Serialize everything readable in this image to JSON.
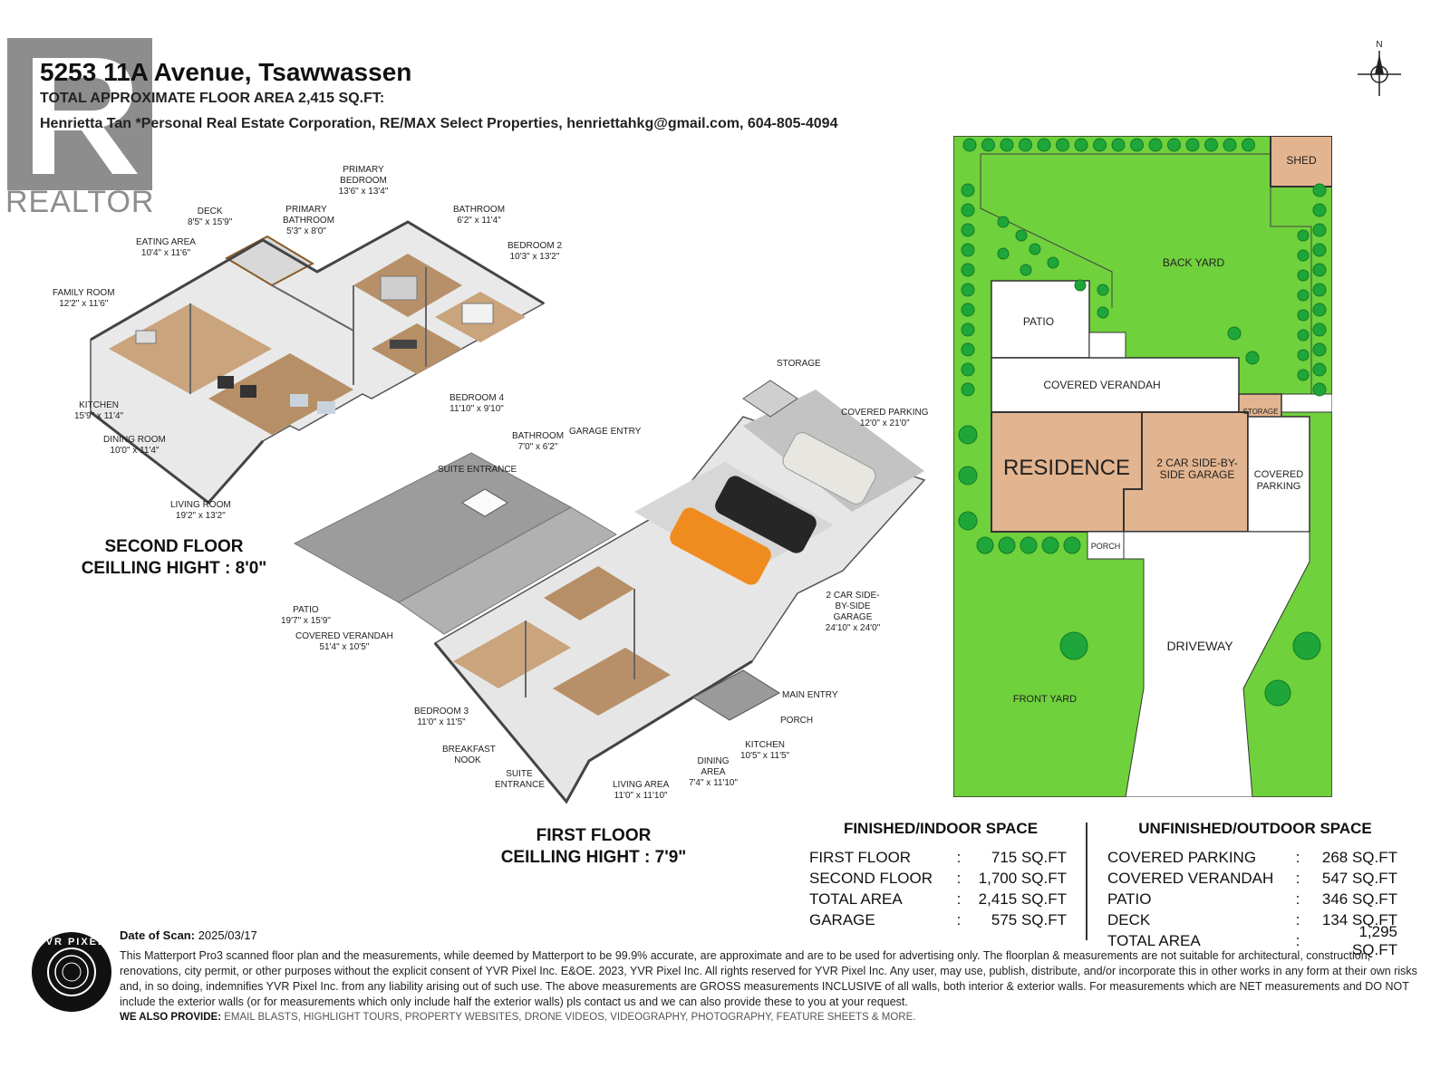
{
  "header": {
    "watermark_text": "REALTOR",
    "title": "5253 11A Avenue, Tsawwassen",
    "subtitle": "TOTAL APPROXIMATE FLOOR AREA 2,415 SQ.FT:",
    "agent_line": "Henrietta Tan *Personal Real Estate Corporation, RE/MAX Select Properties, henriettahkg@gmail.com, 604-805-4094"
  },
  "compass": {
    "letter": "N"
  },
  "second_floor": {
    "title_line1": "SECOND FLOOR",
    "title_line2": "CEILLING HIGHT : 8'0\"",
    "rooms": [
      {
        "name": "DECK",
        "dim": "8'5\" x 15'9\""
      },
      {
        "name": "EATING AREA",
        "dim": "10'4\" x 11'6\""
      },
      {
        "name": "FAMILY ROOM",
        "dim": "12'2\" x 11'6\""
      },
      {
        "name": "PRIMARY BATHROOM",
        "dim": "5'3\" x 8'0\""
      },
      {
        "name": "PRIMARY BEDROOM",
        "dim": "13'6\" x 13'4\""
      },
      {
        "name": "BATHROOM",
        "dim": "6'2\" x 11'4\""
      },
      {
        "name": "BEDROOM 2",
        "dim": "10'3\" x 13'2\""
      },
      {
        "name": "KITCHEN",
        "dim": "15'9\" x 11'4\""
      },
      {
        "name": "DINING ROOM",
        "dim": "10'0\" x 11'4\""
      },
      {
        "name": "BEDROOM 4",
        "dim": "11'10\" x 9'10\""
      },
      {
        "name": "LIVING ROOM",
        "dim": "19'2\" x 13'2\""
      }
    ]
  },
  "first_floor": {
    "title_line1": "FIRST FLOOR",
    "title_line2": "CEILLING HIGHT : 7'9\"",
    "rooms": [
      {
        "name": "STORAGE",
        "dim": ""
      },
      {
        "name": "COVERED PARKING",
        "dim": "12'0\" x 21'0\""
      },
      {
        "name": "BATHROOM",
        "dim": "7'0\" x 6'2\""
      },
      {
        "name": "GARAGE ENTRY",
        "dim": ""
      },
      {
        "name": "SUITE ENTRANCE",
        "dim": ""
      },
      {
        "name": "PATIO",
        "dim": "19'7\" x 15'9\""
      },
      {
        "name": "COVERED VERANDAH",
        "dim": "51'4\" x 10'5\""
      },
      {
        "name": "2 CAR SIDE-BY-SIDE GARAGE",
        "dim": "24'10\" x 24'0\""
      },
      {
        "name": "MAIN ENTRY",
        "dim": ""
      },
      {
        "name": "PORCH",
        "dim": ""
      },
      {
        "name": "BEDROOM 3",
        "dim": "11'0\" x 11'5\""
      },
      {
        "name": "KITCHEN",
        "dim": "10'5\" x 11'5\""
      },
      {
        "name": "DINING AREA",
        "dim": "7'4\" x 11'10\""
      },
      {
        "name": "BREAKFAST NOOK",
        "dim": ""
      },
      {
        "name": "SUITE ENTRANCE",
        "dim": ""
      },
      {
        "name": "LIVING AREA",
        "dim": "11'0\" x 11'10\""
      }
    ]
  },
  "site_plan": {
    "shed": "SHED",
    "back_yard": "BACK YARD",
    "patio": "PATIO",
    "covered_verandah": "COVERED VERANDAH",
    "storage": "STORAGE",
    "residence": "RESIDENCE",
    "garage_line1": "2 CAR SIDE-BY-",
    "garage_line2": "SIDE GARAGE",
    "covered_parking_line1": "COVERED",
    "covered_parking_line2": "PARKING",
    "porch": "PORCH",
    "driveway": "DRIVEWAY",
    "front_yard": "FRONT YARD",
    "colors": {
      "grass": "#6fd13b",
      "tree": "#1fa63a",
      "building": "#e2b48f",
      "outline": "#333333"
    }
  },
  "finished": {
    "title": "FINISHED/INDOOR SPACE",
    "rows": [
      {
        "label": "FIRST FLOOR",
        "sep": ":",
        "value": "715 SQ.FT"
      },
      {
        "label": "SECOND FLOOR",
        "sep": ":",
        "value": "1,700 SQ.FT"
      },
      {
        "label": "TOTAL AREA",
        "sep": ":",
        "value": "2,415 SQ.FT"
      },
      {
        "label": "GARAGE",
        "sep": ":",
        "value": "575 SQ.FT"
      }
    ]
  },
  "unfinished": {
    "title": "UNFINISHED/OUTDOOR SPACE",
    "rows": [
      {
        "label": "COVERED PARKING",
        "sep": ":",
        "value": "268 SQ.FT"
      },
      {
        "label": "COVERED VERANDAH",
        "sep": ":",
        "value": "547 SQ.FT"
      },
      {
        "label": "PATIO",
        "sep": ":",
        "value": "346 SQ.FT"
      },
      {
        "label": "DECK",
        "sep": ":",
        "value": "134 SQ.FT"
      },
      {
        "label": "TOTAL AREA",
        "sep": ":",
        "value": "1,295 SQ.FT"
      }
    ]
  },
  "footer": {
    "logo_text": "YVR PIXEL",
    "scan_label": "Date of Scan:",
    "scan_date": "2025/03/17",
    "disclaimer": "This Matterport Pro3 scanned floor plan and the measurements, while deemed by Matterport to be 99.9% accurate, are approximate and are to be used for advertising only. The floorplan & measurements are not suitable for architectural, construction, renovations, city permit, or other purposes without the explicit consent of YVR Pixel Inc. E&OE. 2023, YVR Pixel Inc. All rights reserved for YVR Pixel Inc. Any user, may use, publish, distribute, and/or incorporate this in other works in any form at their own risks and, in so doing, indemnifies YVR Pixel Inc. from any liability arising out of such use. The above measurements are GROSS measurements INCLUSIVE of all walls, both interior & exterior walls. For measurements which are NET measurements and DO NOT include the exterior walls (or for measurements which only include half the exterior walls) pls contact us and we can also provide these to you at your request.",
    "provide_label": "WE ALSO PROVIDE:",
    "provide_text": "EMAIL BLASTS, HIGHLIGHT TOURS, PROPERTY WEBSITES, DRONE VIDEOS, VIDEOGRAPHY, PHOTOGRAPHY, FEATURE SHEETS & MORE."
  }
}
